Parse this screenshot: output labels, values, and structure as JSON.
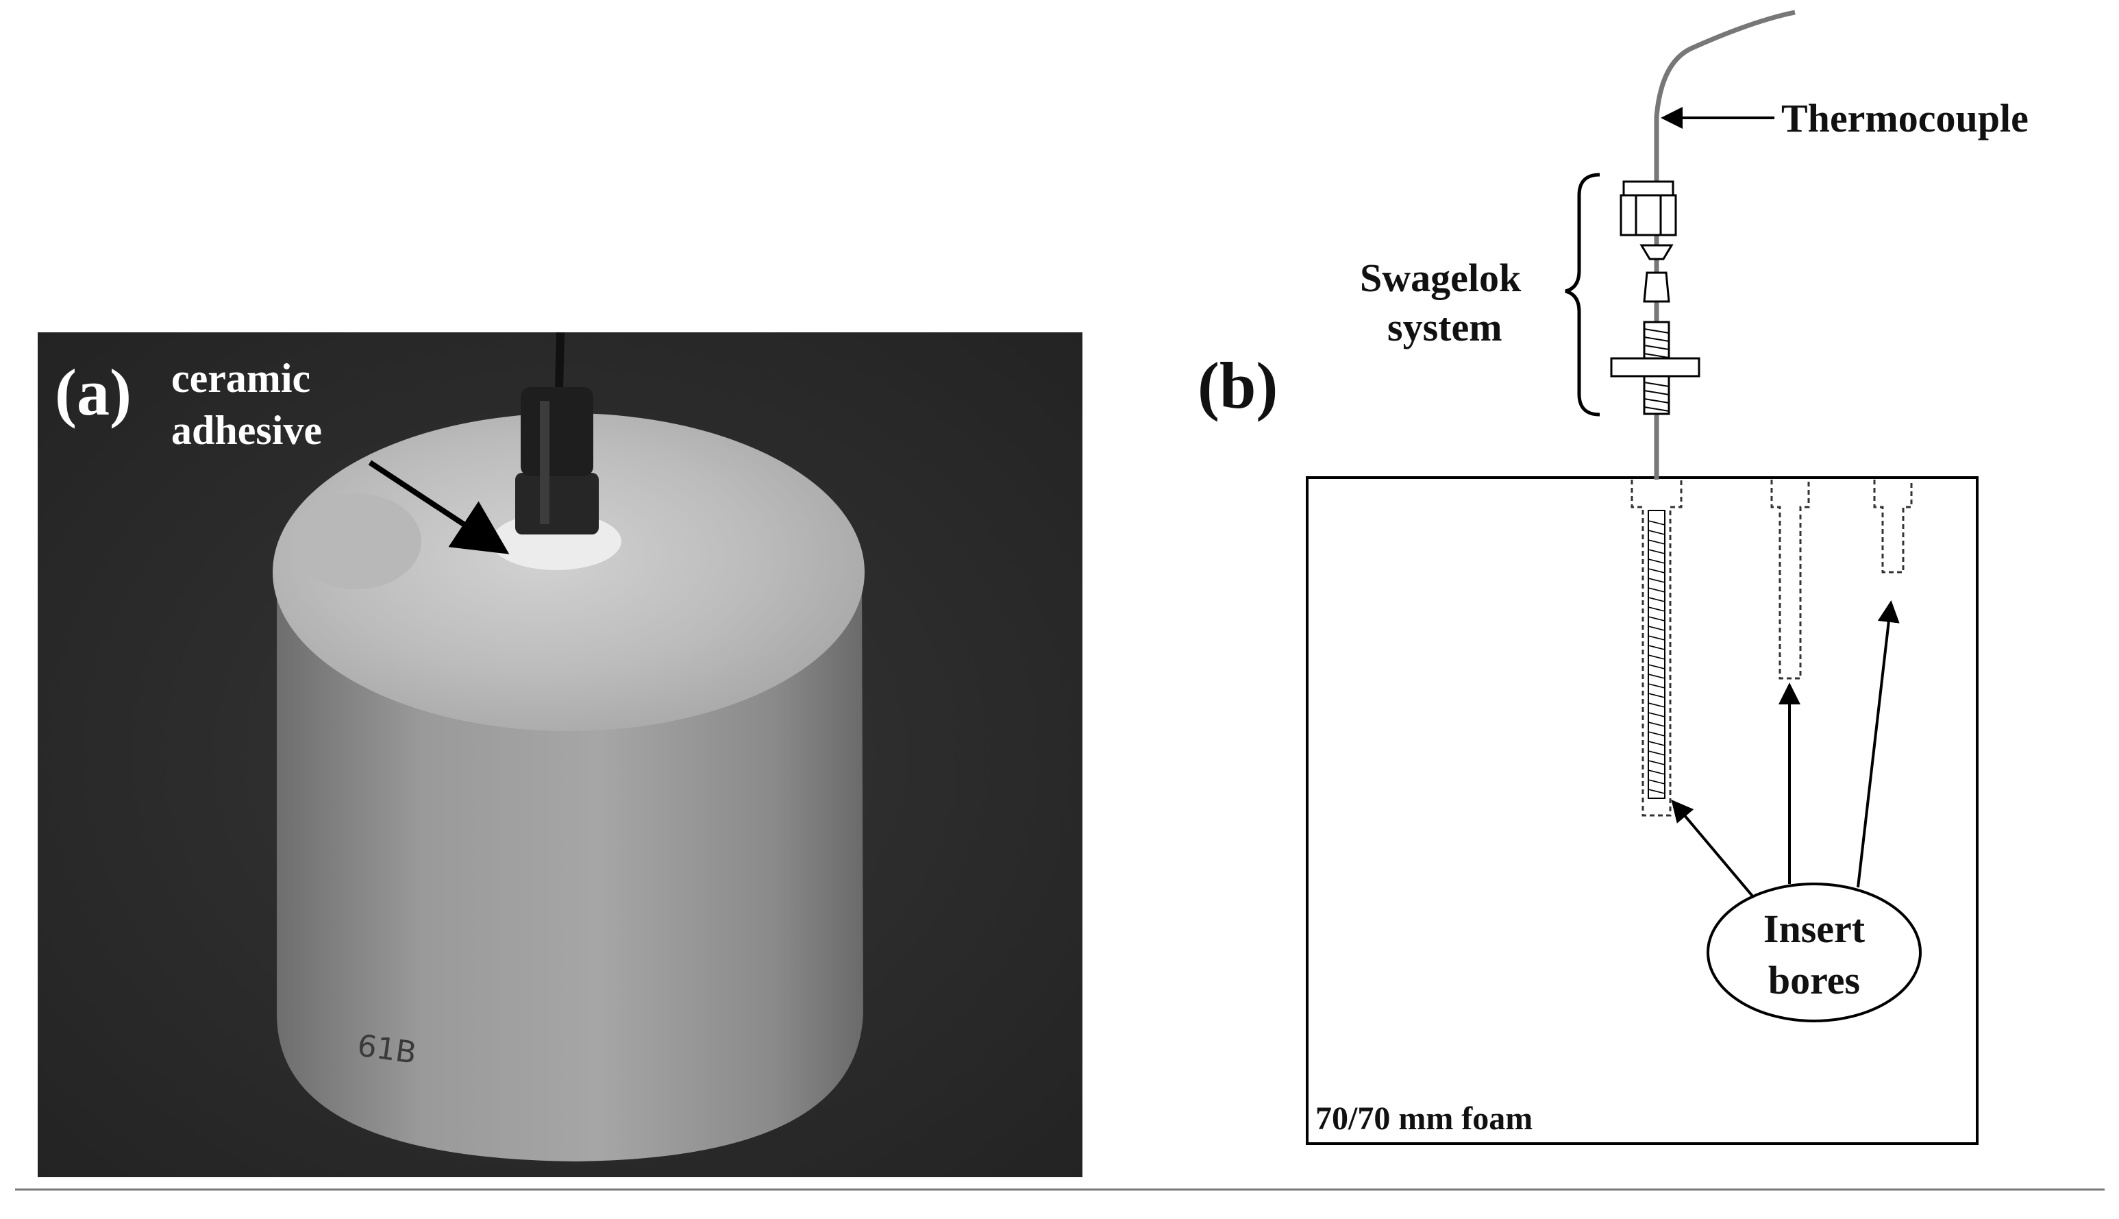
{
  "panel_a": {
    "label": "(a)",
    "annotation_line1": "ceramic",
    "annotation_line2": "adhesive",
    "sample_marking": "61B"
  },
  "panel_b": {
    "label": "(b)",
    "thermocouple_label": "Thermocouple",
    "swagelok_line1": "Swagelok",
    "swagelok_line2": "system",
    "insert_line1": "Insert",
    "insert_line2": "bores",
    "foam_label": "70/70 mm foam"
  },
  "colors": {
    "photo_background": "#2b2b2b",
    "metal": "#a9a9a9",
    "ink": "#111111"
  }
}
